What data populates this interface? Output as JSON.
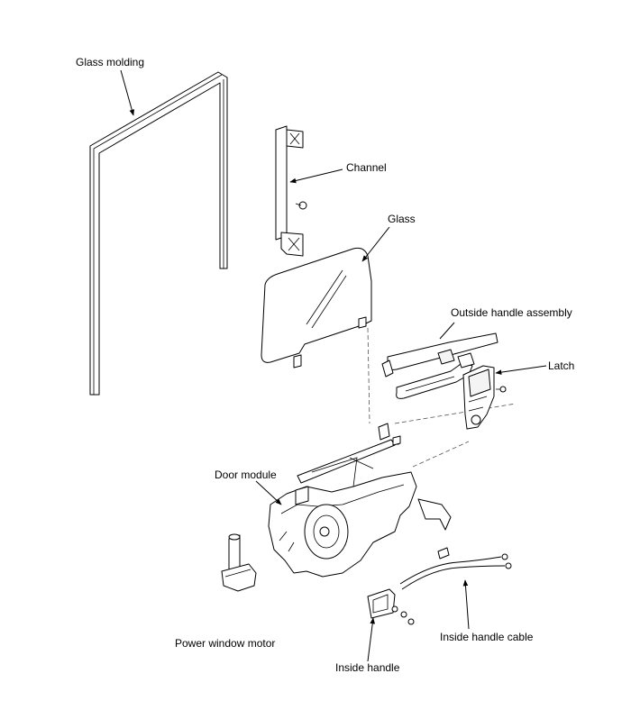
{
  "labels": {
    "glass_molding": "Glass molding",
    "channel": "Channel",
    "glass": "Glass",
    "outside_handle_assembly": "Outside handle assembly",
    "latch": "Latch",
    "door_module": "Door module",
    "power_window_motor": "Power window motor",
    "inside_handle_cable": "Inside handle cable",
    "inside_handle": "Inside handle"
  }
}
